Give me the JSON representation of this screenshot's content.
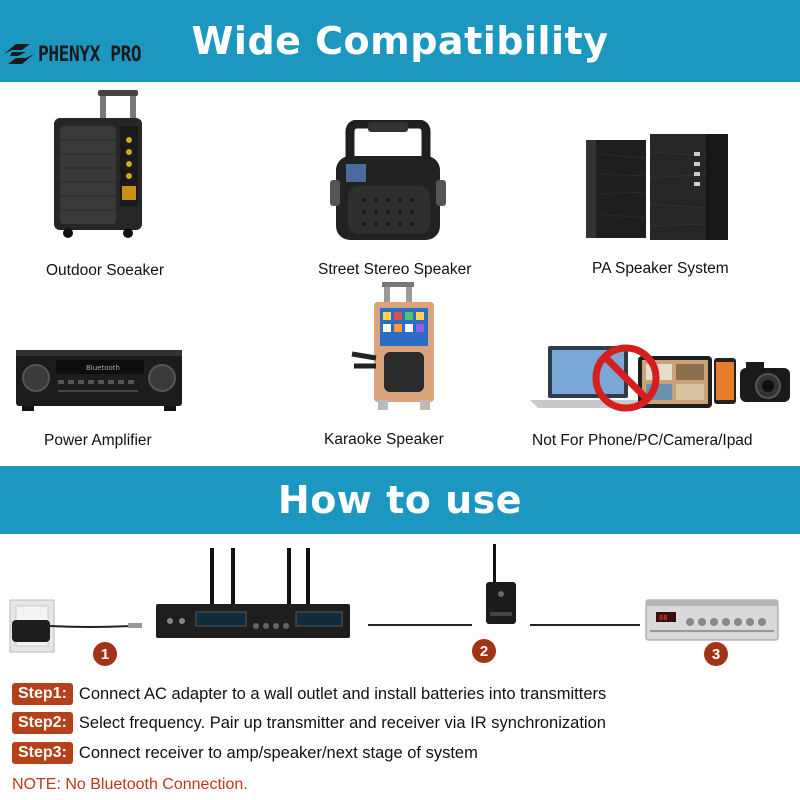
{
  "brand": {
    "name": "PHENYX PRO"
  },
  "sections": {
    "compatibility_title": "Wide Compatibility",
    "how_to_use_title": "How to use"
  },
  "products": [
    {
      "label": "Outdoor Soeaker",
      "icon": "outdoor-speaker-icon"
    },
    {
      "label": "Street Stereo Speaker",
      "icon": "street-speaker-icon"
    },
    {
      "label": "PA Speaker System",
      "icon": "pa-speaker-icon"
    },
    {
      "label": "Power Amplifier",
      "icon": "power-amplifier-icon"
    },
    {
      "label": "Karaoke Speaker",
      "icon": "karaoke-speaker-icon"
    },
    {
      "label": "Not For Phone/PC/Camera/Ipad",
      "icon": "prohibited-devices-icon"
    }
  ],
  "amp_display": "Bluetooth",
  "diagram": {
    "markers": [
      "1",
      "2",
      "3"
    ]
  },
  "steps": [
    {
      "badge": "Step1:",
      "text": "Connect AC adapter to a wall outlet and install batteries into transmitters"
    },
    {
      "badge": "Step2:",
      "text": "Select frequency. Pair up transmitter and receiver via IR synchronization"
    },
    {
      "badge": "Step3:",
      "text": "Connect receiver to amp/speaker/next stage of system"
    }
  ],
  "note": "NOTE: No Bluetooth Connection.",
  "colors": {
    "banner": "#1b97c0",
    "step_badge": "#b5401c",
    "marker": "#a33317",
    "note": "#c2361c"
  }
}
